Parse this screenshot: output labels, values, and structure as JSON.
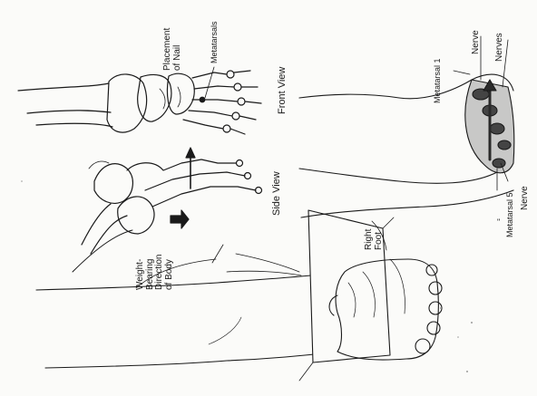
{
  "labels": {
    "placement_of_nail": "Placement\nof Nail",
    "metatarsals": "Metatarsals",
    "weight_bearing": "Weight-\nBearing\nDirection\nof Body",
    "side_view": "Side View",
    "front_view": "Front View",
    "right_foot": "Right\nFoot",
    "metatarsal_1": "Metatarsal 1",
    "nerve_top": "Nerve",
    "nerves": "Nerves",
    "metatarsal_5": "Metatarsal 5",
    "nerve_bottom": "Nerve"
  },
  "colors": {
    "ink": "#1a1a1a",
    "paper": "#fbfbf9",
    "shade": "#6b6b6b"
  }
}
